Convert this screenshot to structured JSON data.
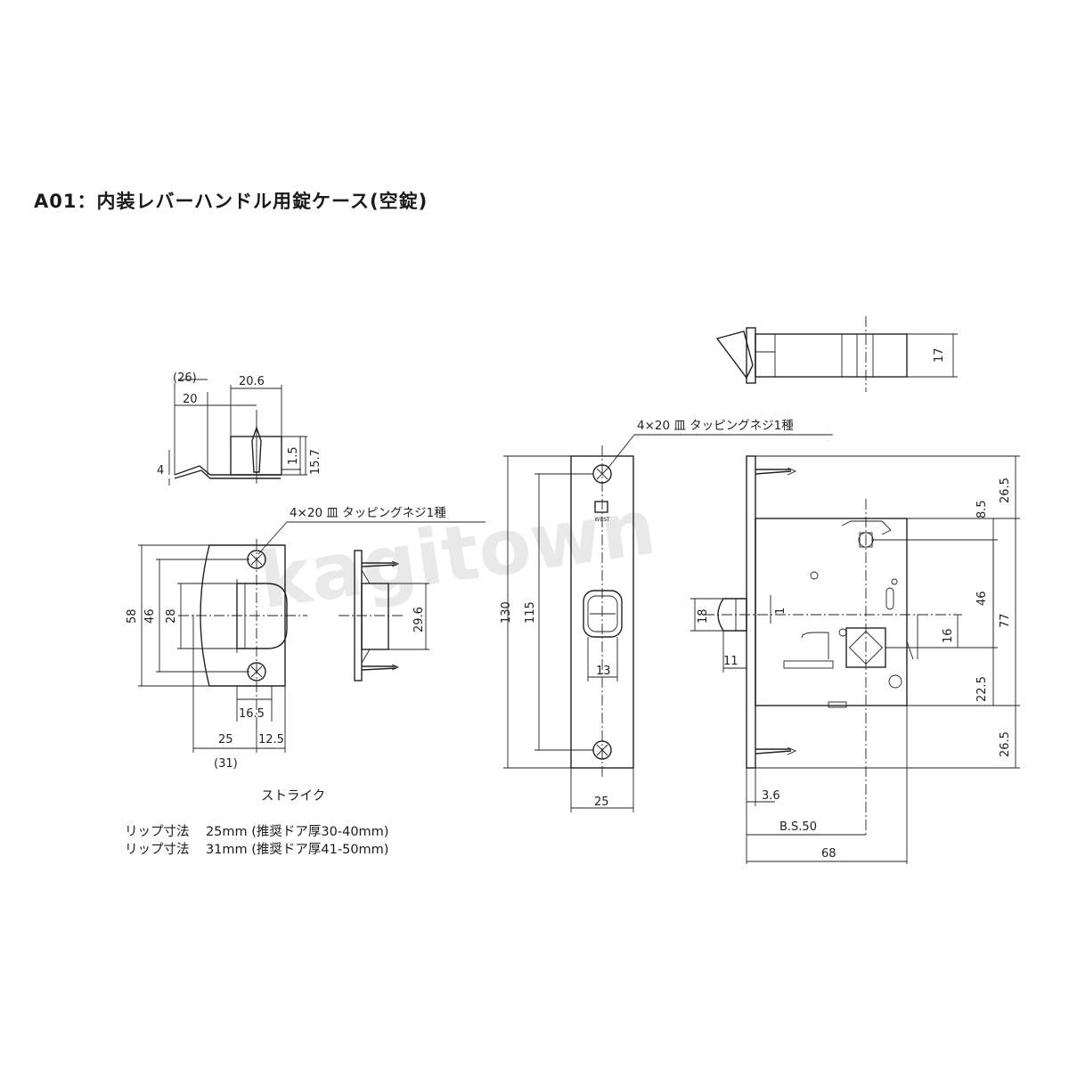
{
  "title": "A01：内装レバーハンドル用錠ケース(空錠)",
  "watermark": "kagitown",
  "screw_note": "4×20 皿 タッピングネジ1種",
  "strike_caption": "ストライク",
  "lip_specs": [
    {
      "label": "リップ寸法",
      "size": "25mm",
      "note": "(推奨ドア厚30-40mm)"
    },
    {
      "label": "リップ寸法",
      "size": "31mm",
      "note": "(推奨ドア厚41-50mm)"
    }
  ],
  "logo_text": "WEST",
  "dims": {
    "strike_top": {
      "d26": "(26)",
      "d20": "20",
      "d20_6": "20.6",
      "d4": "4",
      "d1_5": "1.5",
      "d15_7": "15.7"
    },
    "strike_front": {
      "d58": "58",
      "d46": "46",
      "d28": "28",
      "d16_5": "16.5",
      "d25": "25",
      "d12_5": "12.5",
      "d31": "(31)"
    },
    "strike_side": {
      "d29_6": "29.6"
    },
    "faceplate": {
      "d130": "130",
      "d115": "115",
      "d13": "13",
      "d25": "25"
    },
    "case_top": {
      "d17": "17"
    },
    "case": {
      "d26_5a": "26.5",
      "d8_5": "8.5",
      "d46": "46",
      "d77": "77",
      "d16": "16",
      "d22_5": "22.5",
      "d26_5b": "26.5",
      "d18": "18",
      "d11": "11",
      "d1": "1",
      "d3_6": "3.6",
      "bs": "B.S.50",
      "d68": "68"
    }
  }
}
